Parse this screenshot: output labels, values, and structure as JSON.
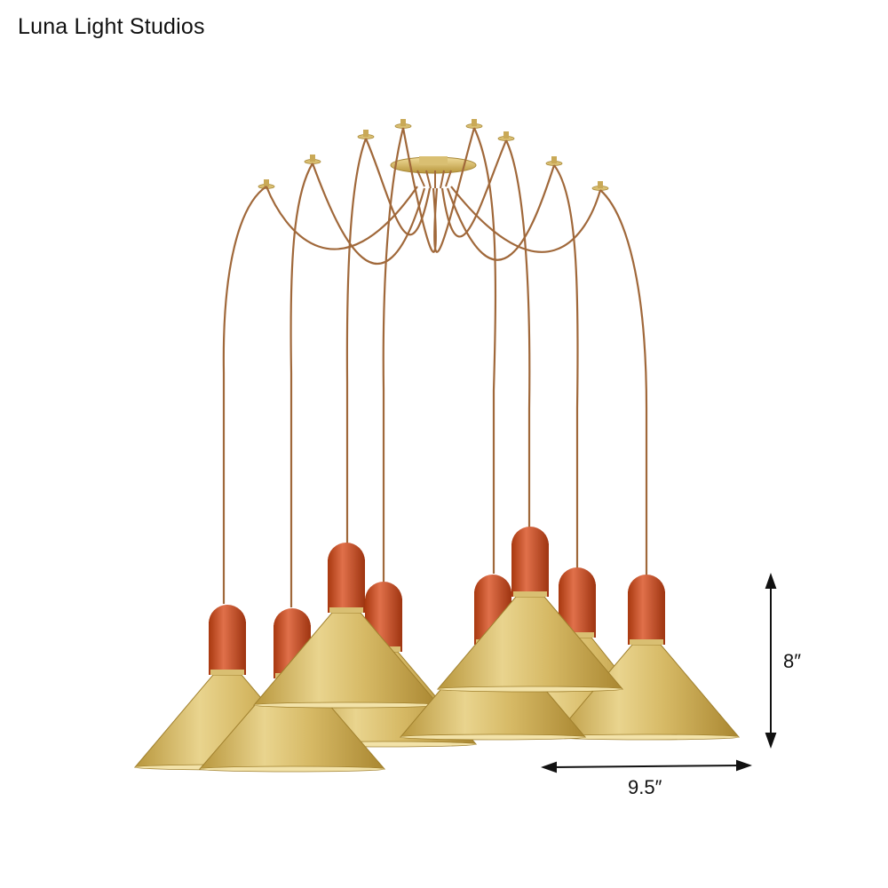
{
  "brand": {
    "name": "Luna Light Studios"
  },
  "product": {
    "pendant_count": 8,
    "dimensions": {
      "height": "8″",
      "width": "9.5″"
    }
  },
  "colors": {
    "cord": "#a0683a",
    "brass": "#d9bf72",
    "brass_dark": "#b8963c",
    "socket": "#c0471c",
    "socket_highlight": "#e0704a",
    "arrow": "#111111"
  }
}
